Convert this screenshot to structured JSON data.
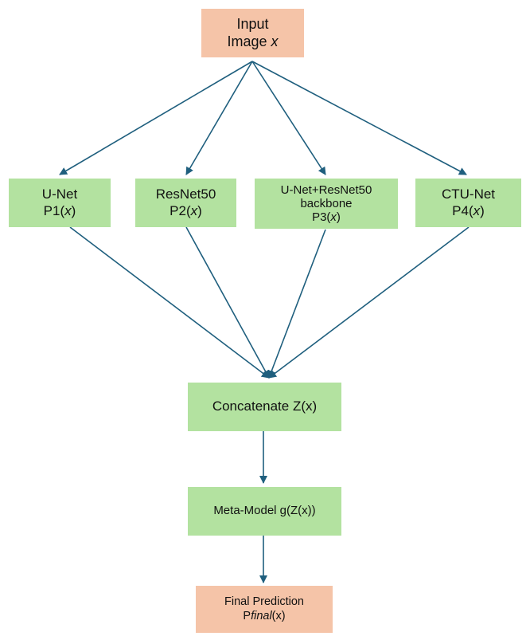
{
  "nodes": {
    "input": {
      "line1": "Input",
      "line2_main": "Image ",
      "line2_var": "x"
    },
    "unet": {
      "line1": "U-Net",
      "line2_main": "P1(",
      "line2_var": "x",
      "line2_end": ")"
    },
    "resnet50": {
      "line1": "ResNet50",
      "line2_main": "P2(",
      "line2_var": "x",
      "line2_end": ")"
    },
    "unet_resnet50": {
      "line1": "U-Net+ResNet50",
      "line2": "backbone",
      "line3_main": "P3(",
      "line3_var": "x",
      "line3_end": ")"
    },
    "ctu_net": {
      "line1": "CTU-Net",
      "line2_main": "P4(",
      "line2_var": "x",
      "line2_end": ")"
    },
    "concatenate": {
      "label": "Concatenate Z(x)"
    },
    "meta_model": {
      "label": "Meta-Model g(Z(x))"
    },
    "final_prediction": {
      "line1": "Final Prediction",
      "line2_main": "P",
      "line2_var": "final",
      "line2_end": "(x)"
    }
  },
  "colors": {
    "model_box": "#b3e2a0",
    "io_box": "#f5c4a8",
    "arrow": "#1f5f7e"
  }
}
